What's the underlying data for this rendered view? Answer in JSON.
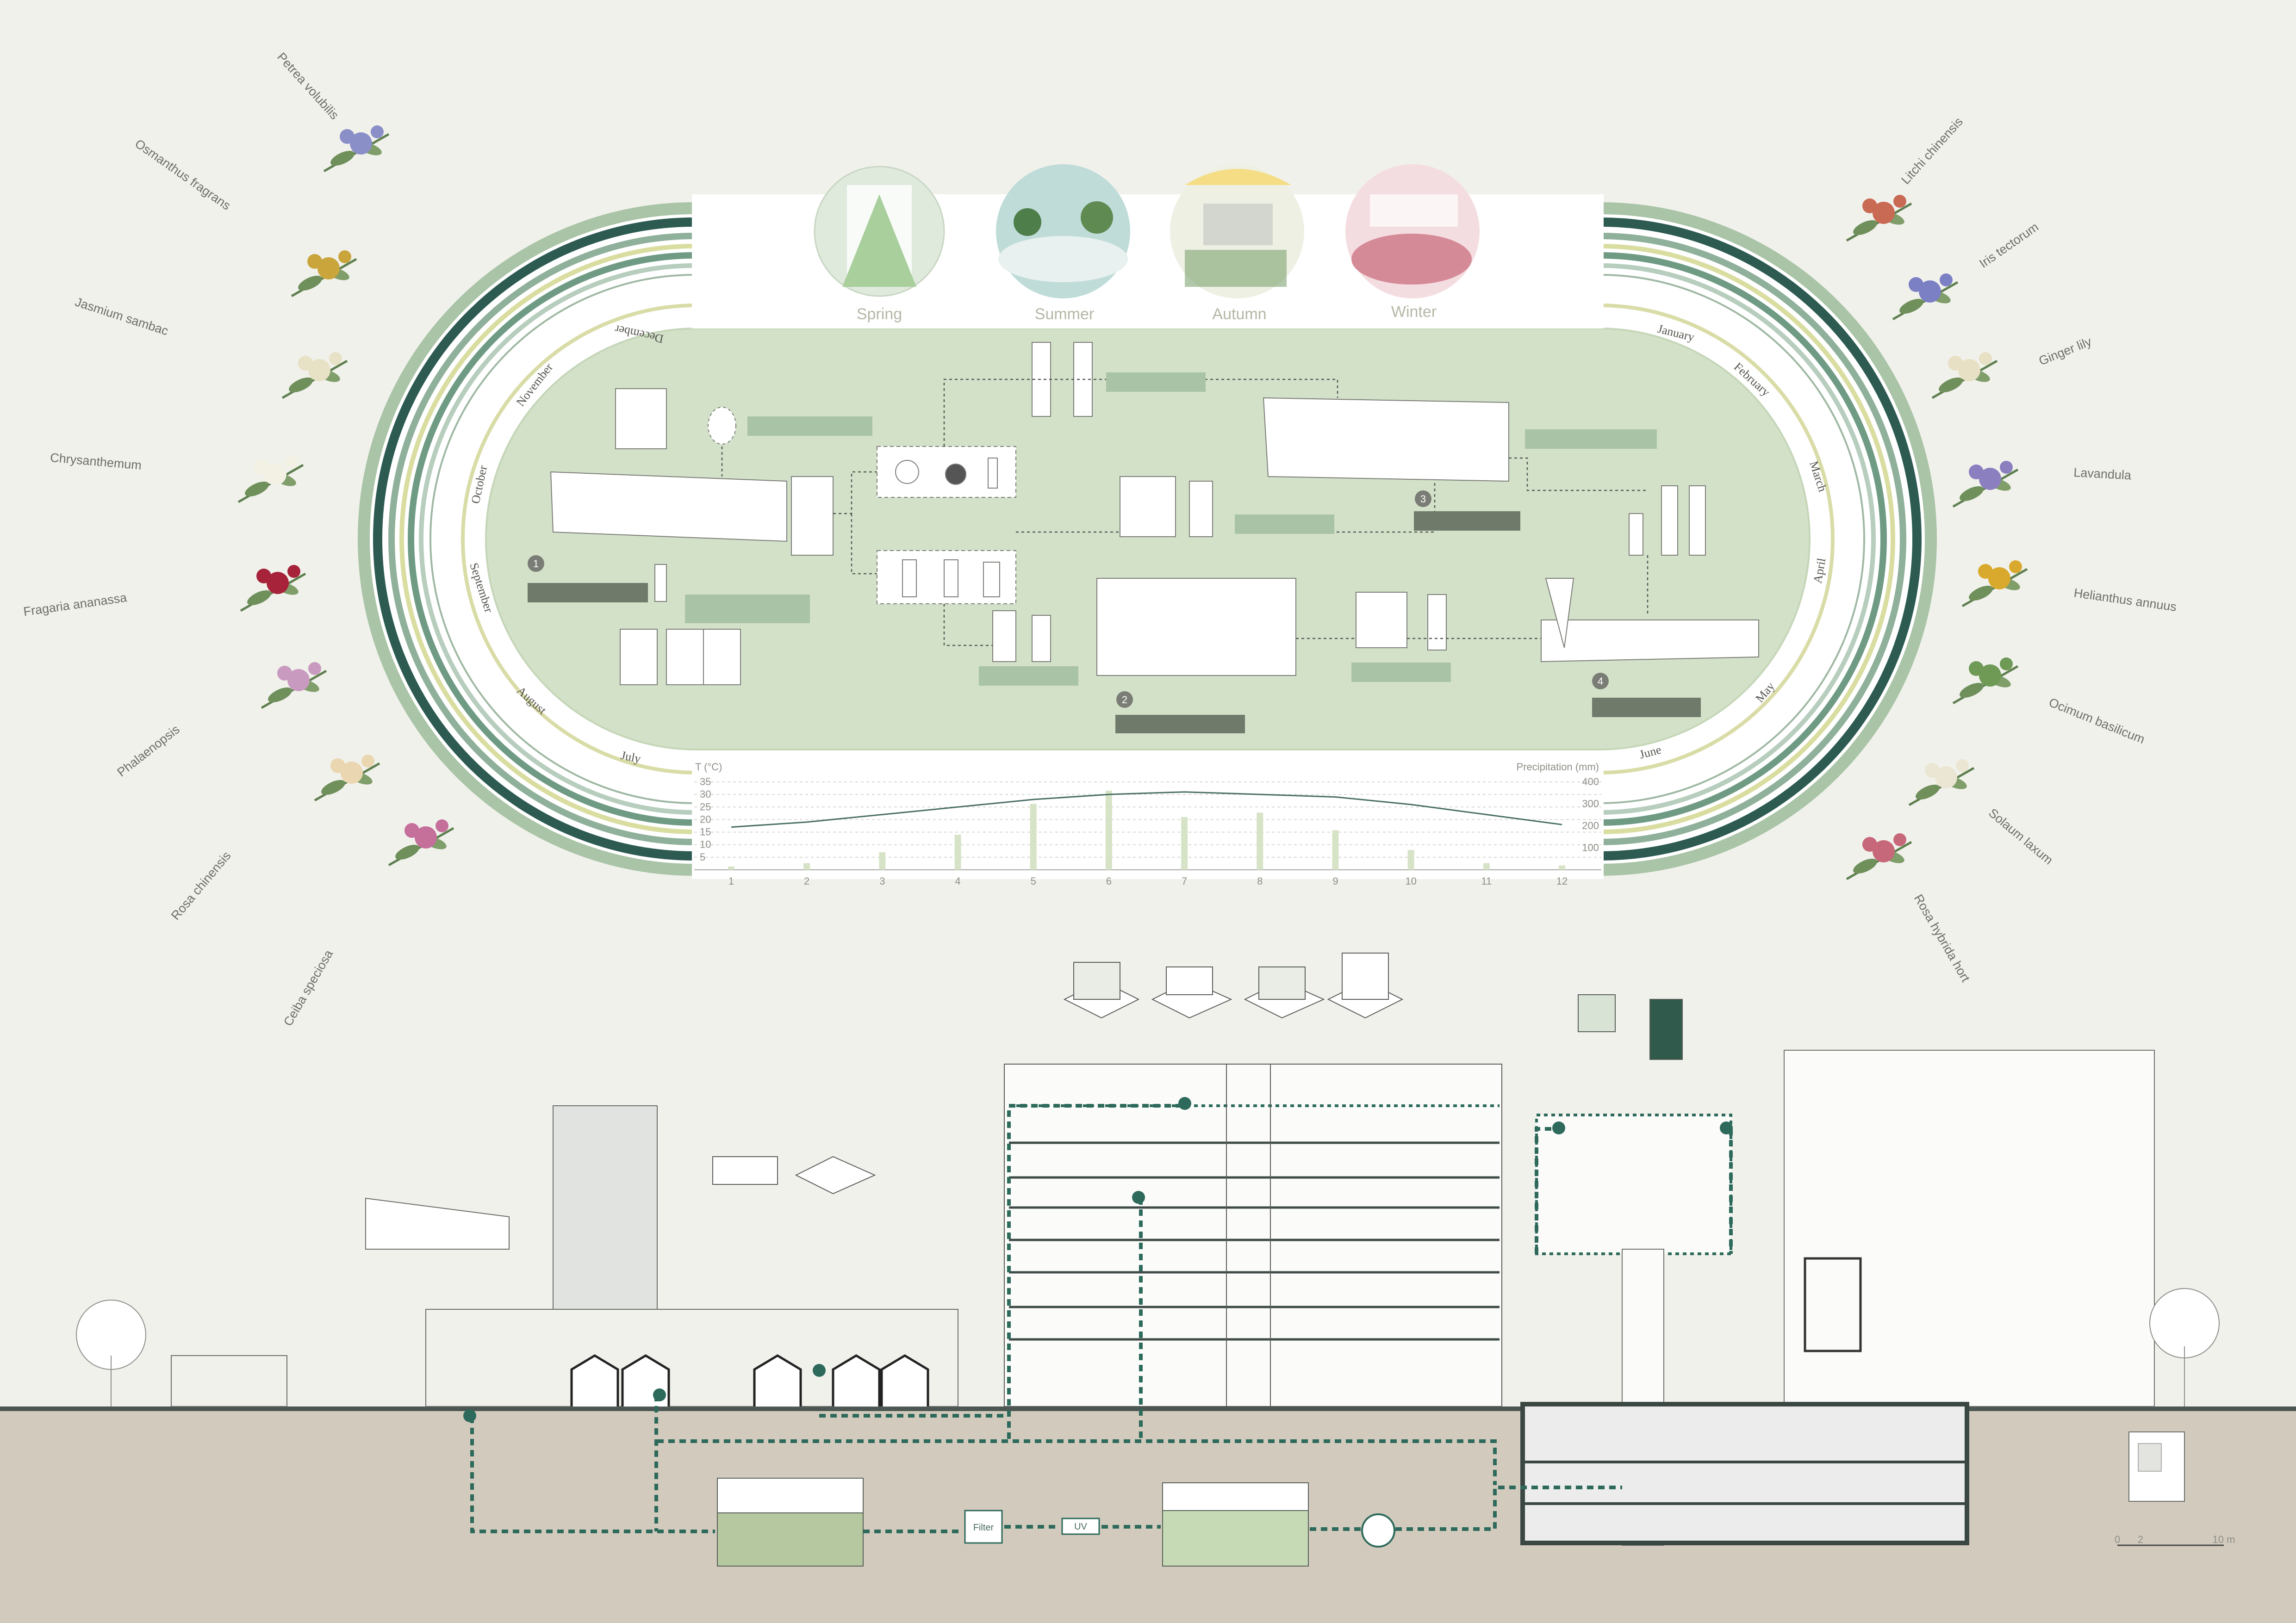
{
  "plants": {
    "left": [
      {
        "name": "Petrea volubilis",
        "color": "#8a8fc8"
      },
      {
        "name": "Osmanthus fragrans",
        "color": "#c9a53c"
      },
      {
        "name": "Jasmium sambac",
        "color": "#e7e1c6"
      },
      {
        "name": "Chrysanthemum",
        "color": "#f3f1e4"
      },
      {
        "name": "Fragaria ananassa",
        "color": "#a6233a"
      },
      {
        "name": "Phalaenopsis",
        "color": "#c99ac0"
      },
      {
        "name": "Rosa chinensis",
        "color": "#ead7b1"
      },
      {
        "name": "Ceiba speciosa",
        "color": "#c56f9b"
      }
    ],
    "right": [
      {
        "name": "Litchi chinensis",
        "color": "#c86a54"
      },
      {
        "name": "Iris tectorum",
        "color": "#7b7fc4"
      },
      {
        "name": "Ginger lily",
        "color": "#e8e0c4"
      },
      {
        "name": "Lavandula",
        "color": "#8b7fbf"
      },
      {
        "name": "Helianthus annuus",
        "color": "#d8a92d"
      },
      {
        "name": "Ocimum basilicum",
        "color": "#6e9a55"
      },
      {
        "name": "Solaum laxum",
        "color": "#ebe6d3"
      },
      {
        "name": "Rosa hybrida hort",
        "color": "#c7687a"
      }
    ]
  },
  "seasons": [
    "Spring",
    "Summer",
    "Autumn",
    "Winter"
  ],
  "months": [
    "January",
    "February",
    "March",
    "April",
    "May",
    "June",
    "July",
    "August",
    "September",
    "October",
    "November",
    "December"
  ],
  "sites": [
    "1",
    "2",
    "3",
    "4"
  ],
  "process": {
    "filter": "Filter",
    "uv": "UV"
  },
  "scale_bar": {
    "ticks": [
      "0",
      "2",
      "10 m"
    ]
  },
  "chart_data": {
    "type": "bar",
    "categories": [
      "1",
      "2",
      "3",
      "4",
      "5",
      "6",
      "7",
      "8",
      "9",
      "10",
      "11",
      "12"
    ],
    "series": [
      {
        "type": "bar",
        "axis": "right",
        "values": [
          15,
          30,
          80,
          160,
          300,
          360,
          240,
          260,
          180,
          90,
          30,
          20
        ]
      },
      {
        "type": "line",
        "axis": "left",
        "values": [
          17,
          19,
          22,
          25,
          28,
          30,
          31,
          30,
          29,
          26,
          22,
          18
        ]
      }
    ],
    "ylabel_left": "T (°C)",
    "ylabel_right": "Precipitation (mm)",
    "yticks_left": [
      5,
      10,
      15,
      20,
      25,
      30,
      35
    ],
    "yticks_right": [
      100,
      200,
      300,
      400
    ],
    "ylim_left": [
      0,
      35
    ],
    "ylim_right": [
      0,
      400
    ],
    "grid": true
  },
  "colors": {
    "background": "#f1f1ec",
    "stadium_fill": "#d4e1c9",
    "dark_green": "#2d6a5b",
    "mid_green": "#7ea28c",
    "pale_green": "#b9d0ad",
    "yellow": "#e4e3a6",
    "ground": "#d2cbbd",
    "building_line": "#5d5f5c"
  }
}
